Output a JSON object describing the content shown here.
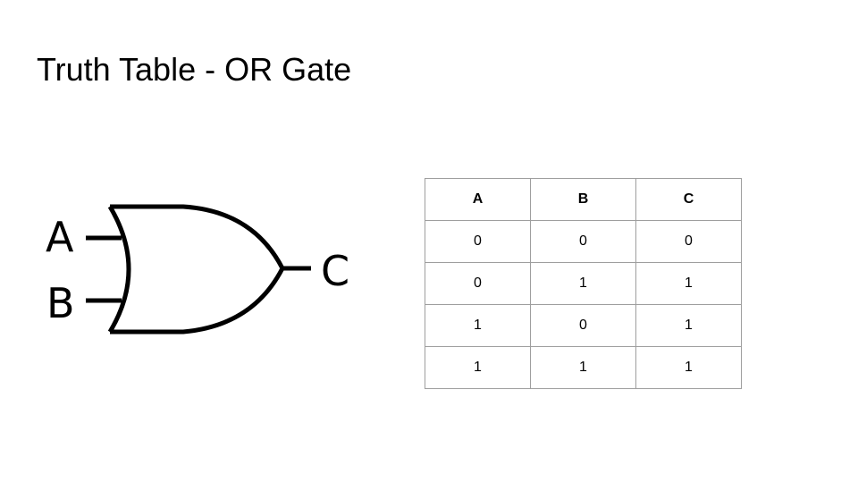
{
  "slide": {
    "title": "Truth Table - OR Gate"
  },
  "diagram": {
    "input_a_label": "A",
    "input_b_label": "B",
    "output_label": "C"
  },
  "truth_table": {
    "headers": [
      "A",
      "B",
      "C"
    ],
    "rows": [
      [
        "0",
        "0",
        "0"
      ],
      [
        "0",
        "1",
        "1"
      ],
      [
        "1",
        "0",
        "1"
      ],
      [
        "1",
        "1",
        "1"
      ]
    ]
  }
}
